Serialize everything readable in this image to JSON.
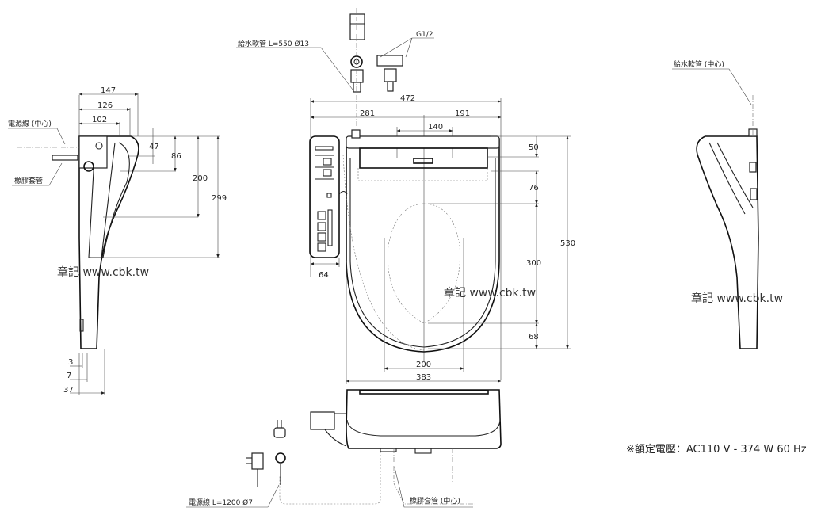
{
  "side_view_left": {
    "dims": {
      "w147": "147",
      "w126": "126",
      "w102": "102",
      "h47": "47",
      "h86": "86",
      "h200": "200",
      "h299": "299",
      "b3": "3",
      "b7": "7",
      "b37": "37"
    },
    "label_power_center": "電源線 (中心)",
    "label_rubber_sleeve": "橡膠套管"
  },
  "top_fittings": {
    "label_hose": "給水軟管  L=550  Ø13",
    "label_thread": "G1/2",
    "dim_472": "472"
  },
  "front_view": {
    "dims": {
      "d281": "281",
      "d191": "191",
      "d140": "140",
      "d50": "50",
      "d76": "76",
      "d300": "300",
      "d68": "68",
      "d530": "530",
      "d64": "64",
      "d200": "200",
      "d383": "383"
    }
  },
  "bottom_view": {
    "label_power_cord": "電源線  L=1200  Ø7",
    "label_rubber_center": "橡膠套管 (中心)"
  },
  "side_view_right": {
    "label_hose_center": "給水軟管 (中心)"
  },
  "watermark": "章記 www.cbk.tw",
  "spec": "※額定電壓：AC110 V  - 374 W  60 Hz"
}
